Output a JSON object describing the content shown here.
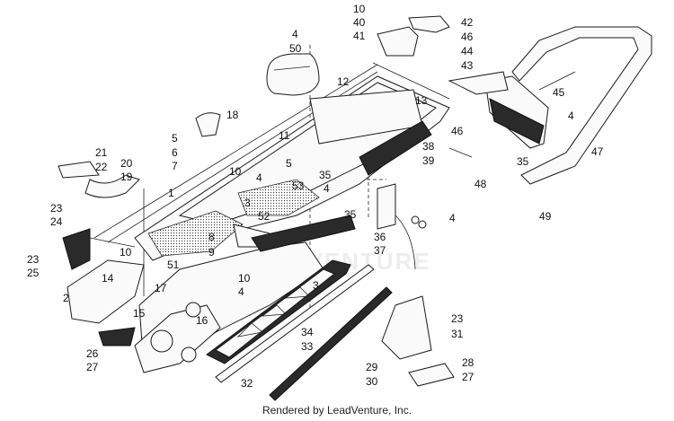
{
  "watermark": "ADVENTURE",
  "credit": "Rendered by LeadVenture, Inc.",
  "callouts": [
    "10",
    "42",
    "40",
    "41",
    "4",
    "46",
    "50",
    "44",
    "43",
    "12",
    "13",
    "45",
    "18",
    "4",
    "46",
    "5",
    "11",
    "38",
    "39",
    "47",
    "6",
    "7",
    "21",
    "22",
    "20",
    "19",
    "10",
    "5",
    "4",
    "53",
    "35",
    "35",
    "48",
    "1",
    "4",
    "3",
    "52",
    "35",
    "4",
    "49",
    "23",
    "24",
    "8",
    "36",
    "37",
    "9",
    "10",
    "23",
    "25",
    "14",
    "51",
    "17",
    "10",
    "4",
    "3",
    "2",
    "15",
    "16",
    "23",
    "26",
    "34",
    "31",
    "27",
    "33",
    "28",
    "29",
    "27",
    "30",
    "32"
  ],
  "colors": {
    "line": "#1a1a1a",
    "background": "#ffffff",
    "dark_part": "#2a2a2a"
  }
}
